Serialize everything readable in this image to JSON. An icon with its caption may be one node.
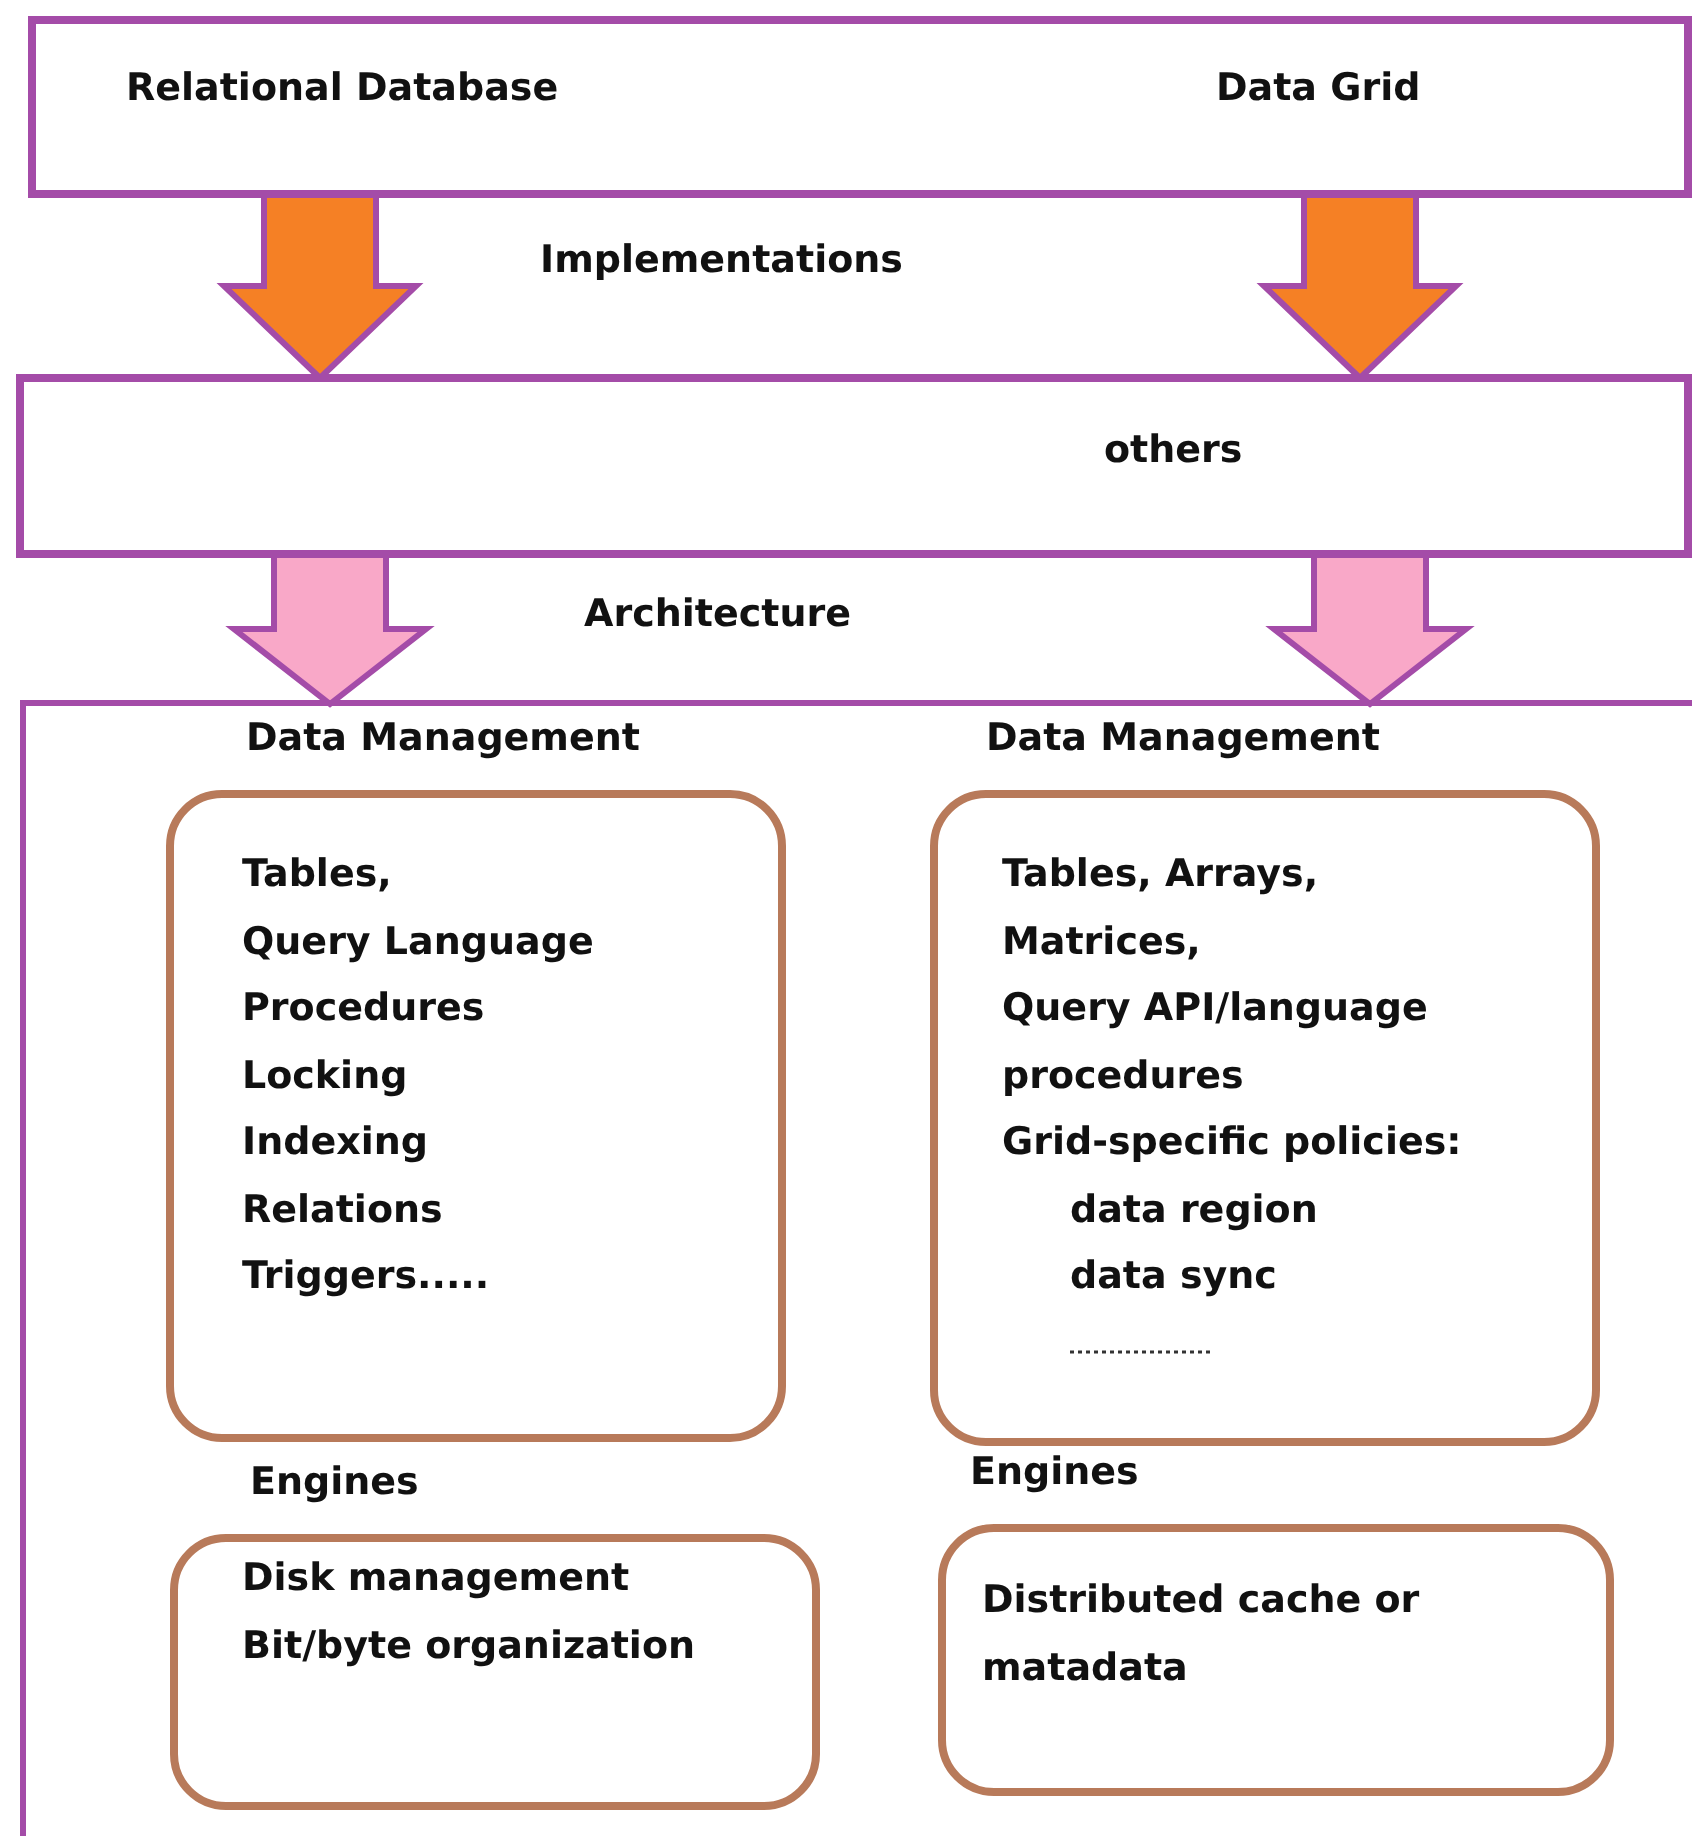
{
  "diagram": {
    "nodes": [
      {
        "text": [
          "Relational Database",
          "Data Grid"
        ]
      },
      {
        "text": [
          "others"
        ]
      },
      {
        "text": [],
        "shape": "box"
      },
      {
        "text": [
          "Data Management",
          "Tables,",
          "Query Language",
          "Procedures",
          "Locking",
          "Indexing",
          "Relations",
          "Triggers....."
        ],
        "in": 2
      },
      {
        "text": [
          "Data Management",
          "Tables, Arrays,",
          "Matrices,",
          "Query API/language",
          "procedures",
          "Grid-specific policies:",
          "data region",
          "data sync"
        ],
        "in": 2
      },
      {
        "text": [
          "Engines",
          "Disk management",
          "Bit/byte organization"
        ],
        "in": 2
      },
      {
        "text": [
          "Engines",
          "Distributed cache or matadata"
        ],
        "in": 2
      }
    ],
    "edges": [
      {
        "from": 0,
        "to": 1,
        "arrow": "to",
        "style": "thick",
        "color": "#f58025"
      },
      {
        "from": 0,
        "to": 1,
        "arrow": "to",
        "style": "thick",
        "color": "#f58025"
      },
      {
        "from": 1,
        "to": 2,
        "arrow": "to",
        "style": "thick",
        "color": "#f9a8c8"
      },
      {
        "from": 1,
        "to": 2,
        "arrow": "to",
        "style": "thick",
        "color": "#f9a8c8"
      }
    ],
    "labels": [
      "Implementations",
      "Architecture"
    ]
  }
}
